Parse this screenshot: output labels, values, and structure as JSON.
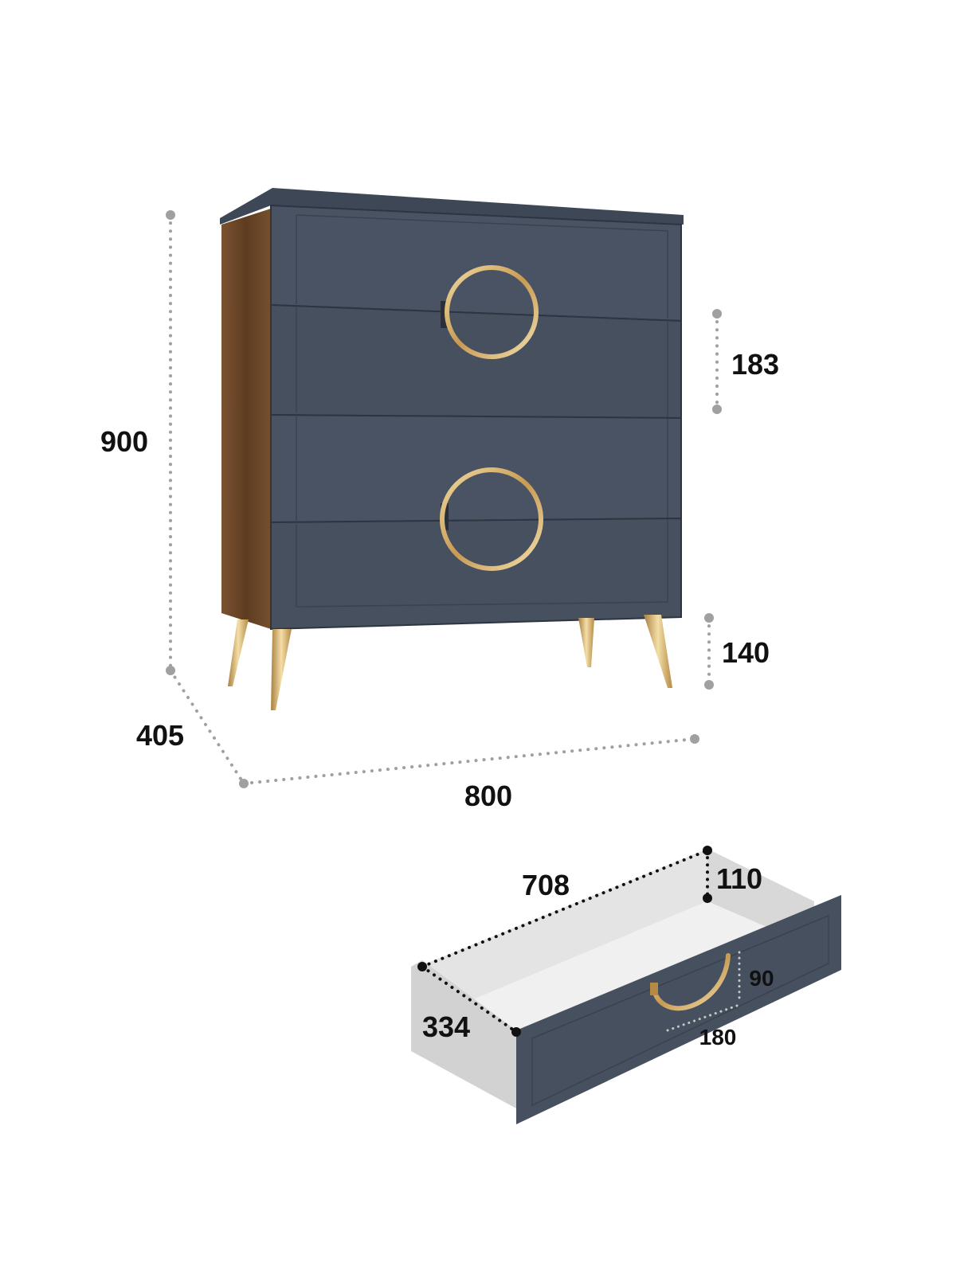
{
  "colors": {
    "background": "#ffffff",
    "body_navy": "#47505f",
    "top_navy": "#3e4756",
    "walnut": "#6b4526",
    "gold": "#d8b26a",
    "drawer_interior": "#ececec",
    "dim_dots_gray": "#a0a0a0",
    "dim_dots_black": "#111111",
    "text": "#111111"
  },
  "icons": {
    "ring_handle": "gold-ring-handle-icon",
    "arc_handle": "gold-arc-handle-icon"
  },
  "dresser": {
    "height": "900",
    "depth": "405",
    "width": "800",
    "drawer_front_height": "183",
    "leg_height": "140",
    "drawer_count": 4
  },
  "drawer_detail": {
    "inner_length": "708",
    "inner_height": "110",
    "inner_width": "334",
    "handle_height": "90",
    "handle_width": "180"
  }
}
